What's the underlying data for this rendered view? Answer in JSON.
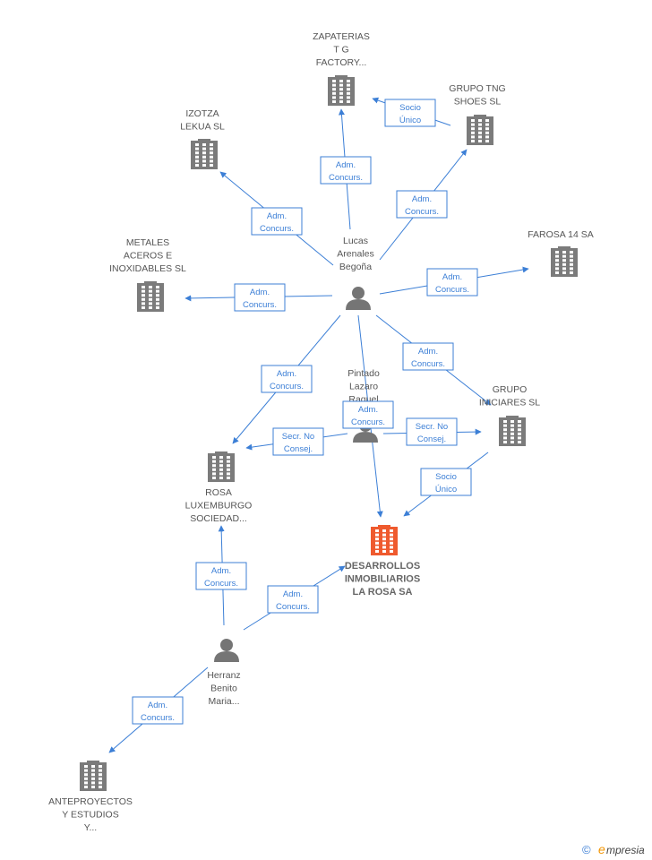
{
  "colors": {
    "edge": "#3c7fd6",
    "company": "#7b7b7b",
    "highlight": "#ef5a2e",
    "person": "#757575",
    "label": "#555555"
  },
  "nodes": [
    {
      "id": "zapaterias",
      "kind": "company",
      "lines": [
        "ZAPATERIAS",
        "T G",
        "FACTORY..."
      ]
    },
    {
      "id": "izotza",
      "kind": "company",
      "lines": [
        "IZOTZA",
        "LEKUA SL"
      ]
    },
    {
      "id": "grupo_tng",
      "kind": "company",
      "lines": [
        "GRUPO TNG",
        "SHOES SL"
      ]
    },
    {
      "id": "metales",
      "kind": "company",
      "lines": [
        "METALES",
        "ACEROS E",
        "INOXIDABLES SL"
      ]
    },
    {
      "id": "farosa",
      "kind": "company",
      "lines": [
        "FAROSA 14 SA"
      ]
    },
    {
      "id": "lucas",
      "kind": "person",
      "lines": [
        "Lucas",
        "Arenales",
        "Begoña"
      ]
    },
    {
      "id": "pintado",
      "kind": "person",
      "lines": [
        "Pintado",
        "Lazaro",
        "Raquel"
      ]
    },
    {
      "id": "grupo_iniciares",
      "kind": "company",
      "lines": [
        "GRUPO",
        "INICIARES SL"
      ]
    },
    {
      "id": "rosa_lux",
      "kind": "company",
      "lines": [
        "ROSA",
        "LUXEMBURGO",
        "SOCIEDAD..."
      ]
    },
    {
      "id": "desarrollos",
      "kind": "highlight",
      "lines": [
        "DESARROLLOS",
        "INMOBILIARIOS",
        "LA ROSA SA"
      ]
    },
    {
      "id": "herranz",
      "kind": "person",
      "lines": [
        "Herranz",
        "Benito",
        "Maria..."
      ]
    },
    {
      "id": "anteproyectos",
      "kind": "company",
      "lines": [
        "ANTEPROYECTOS",
        "Y ESTUDIOS",
        "Y..."
      ]
    }
  ],
  "edges": [
    {
      "id": "lucas-zapaterias",
      "lines": [
        "Adm.",
        "Concurs."
      ]
    },
    {
      "id": "tng-zapaterias",
      "lines": [
        "Socio",
        "Único"
      ]
    },
    {
      "id": "lucas-izotza",
      "lines": [
        "Adm.",
        "Concurs."
      ]
    },
    {
      "id": "lucas-tng",
      "lines": [
        "Adm.",
        "Concurs."
      ]
    },
    {
      "id": "lucas-metales",
      "lines": [
        "Adm.",
        "Concurs."
      ]
    },
    {
      "id": "lucas-farosa",
      "lines": [
        "Adm.",
        "Concurs."
      ]
    },
    {
      "id": "lucas-iniciares",
      "lines": [
        "Adm.",
        "Concurs."
      ]
    },
    {
      "id": "lucas-rosalux",
      "lines": [
        "Adm.",
        "Concurs."
      ]
    },
    {
      "id": "lucas-desarrollos",
      "lines": [
        "Adm.",
        "Concurs."
      ]
    },
    {
      "id": "pintado-rosalux",
      "lines": [
        "Secr.  No",
        "Consej."
      ]
    },
    {
      "id": "pintado-iniciares",
      "lines": [
        "Secr.  No",
        "Consej."
      ]
    },
    {
      "id": "iniciares-desarrollos",
      "lines": [
        "Socio",
        "Único"
      ]
    },
    {
      "id": "herranz-rosalux",
      "lines": [
        "Adm.",
        "Concurs."
      ]
    },
    {
      "id": "herranz-desarrollos",
      "lines": [
        "Adm.",
        "Concurs."
      ]
    },
    {
      "id": "herranz-anteproyectos",
      "lines": [
        "Adm.",
        "Concurs."
      ]
    }
  ],
  "footer": {
    "copyright": "©",
    "brand_initial": "e",
    "brand_rest": "mpresia"
  }
}
